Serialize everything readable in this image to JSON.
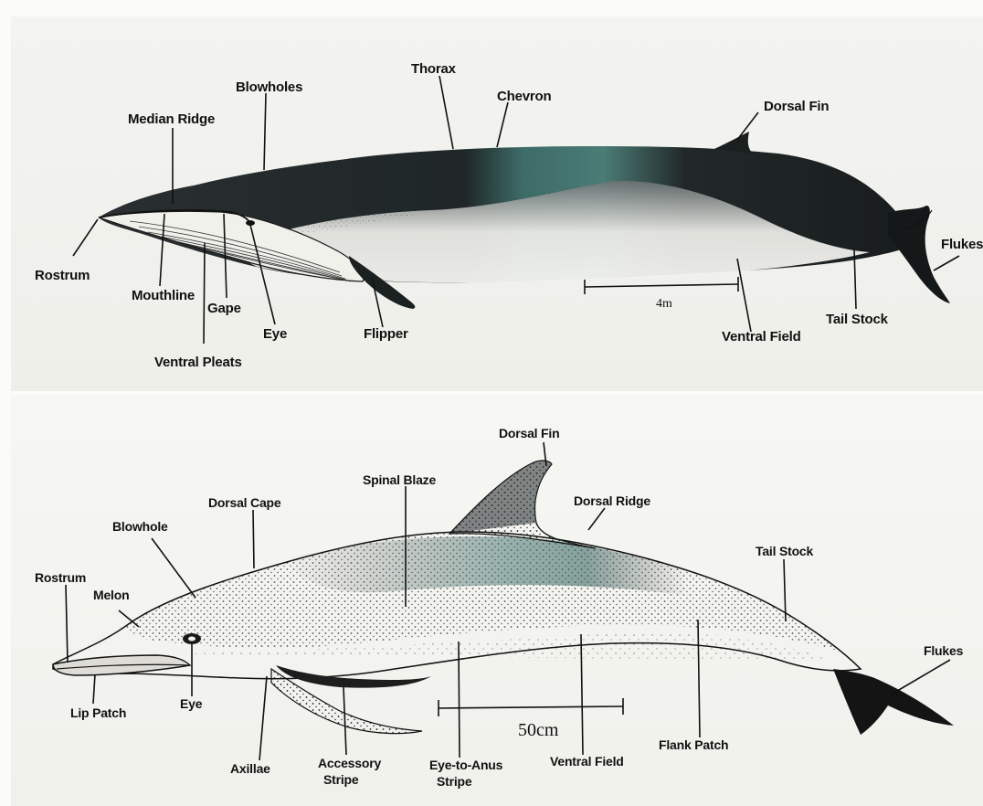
{
  "top_diagram": {
    "labels": {
      "rostrum": "Rostrum",
      "median_ridge": "Median Ridge",
      "blowholes": "Blowholes",
      "thorax": "Thorax",
      "chevron": "Chevron",
      "dorsal_fin": "Dorsal Fin",
      "flukes": "Flukes",
      "tail_stock": "Tail Stock",
      "ventral_field": "Ventral Field",
      "flipper": "Flipper",
      "eye": "Eye",
      "gape": "Gape",
      "mouthline": "Mouthline",
      "ventral_pleats": "Ventral Pleats"
    },
    "scale_bar": "4m"
  },
  "bottom_diagram": {
    "labels": {
      "rostrum": "Rostrum",
      "melon": "Melon",
      "blowhole": "Blowhole",
      "dorsal_cape": "Dorsal Cape",
      "spinal_blaze": "Spinal Blaze",
      "dorsal_fin": "Dorsal Fin",
      "dorsal_ridge": "Dorsal Ridge",
      "tail_stock": "Tail Stock",
      "flukes": "Flukes",
      "lip_patch": "Lip Patch",
      "eye": "Eye",
      "axillae": "Axillae",
      "accessory_stripe_1": "Accessory",
      "accessory_stripe_2": "Stripe",
      "eye_to_anus_1": "Eye-to-Anus",
      "eye_to_anus_2": "Stripe",
      "ventral_field": "Ventral Field",
      "flank_patch": "Flank Patch"
    },
    "scale_bar": "50cm"
  },
  "colors": {
    "ink": "#111111",
    "body_dark": "#1c2224",
    "body_teal": "#3f6e6a",
    "belly": "#f2f2ee"
  }
}
